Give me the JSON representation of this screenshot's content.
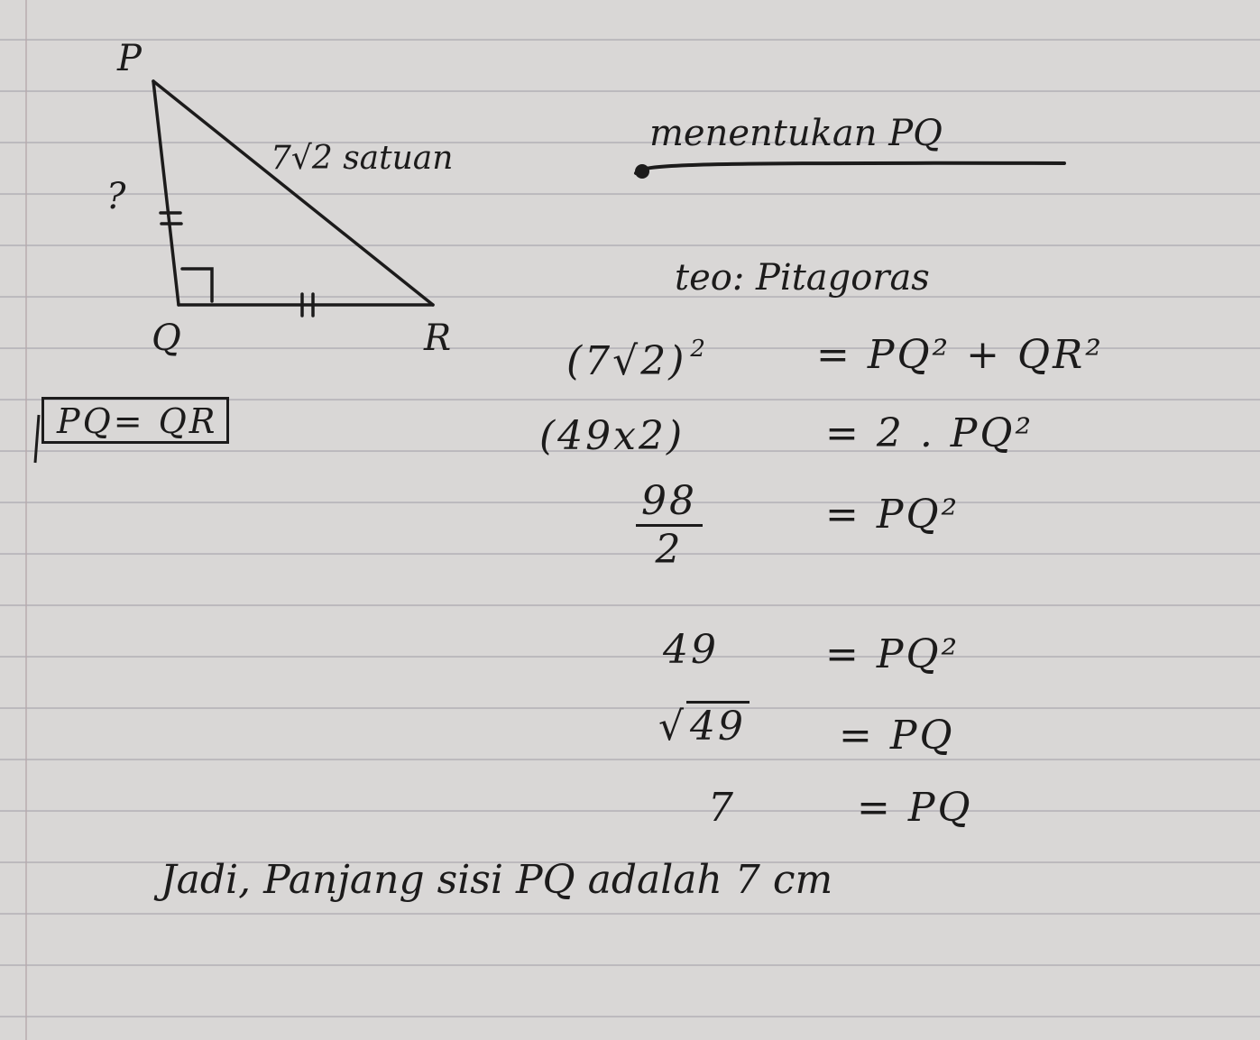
{
  "diagram": {
    "vertex_p": "P",
    "vertex_q": "Q",
    "vertex_r": "R",
    "hypotenuse_label": "7√2 satuan",
    "unknown_side_label": "?",
    "condition_box": "PQ= QR"
  },
  "solution": {
    "heading": "menentukan PQ",
    "method": "teo: Pitagoras",
    "steps": [
      {
        "left": "(7√2)",
        "left_exp": "2",
        "right": "= PQ² + QR²"
      },
      {
        "left": "(49x2)",
        "right": "= 2 . PQ²"
      },
      {
        "left_num": "98",
        "left_den": "2",
        "right": "= PQ²"
      },
      {
        "left": "49",
        "right": "= PQ²"
      },
      {
        "left_sqrt": "49",
        "right": "= PQ"
      },
      {
        "left": "7",
        "right": "= PQ"
      }
    ],
    "conclusion": "Jadi, Panjang sisi PQ adalah 7 cm"
  }
}
